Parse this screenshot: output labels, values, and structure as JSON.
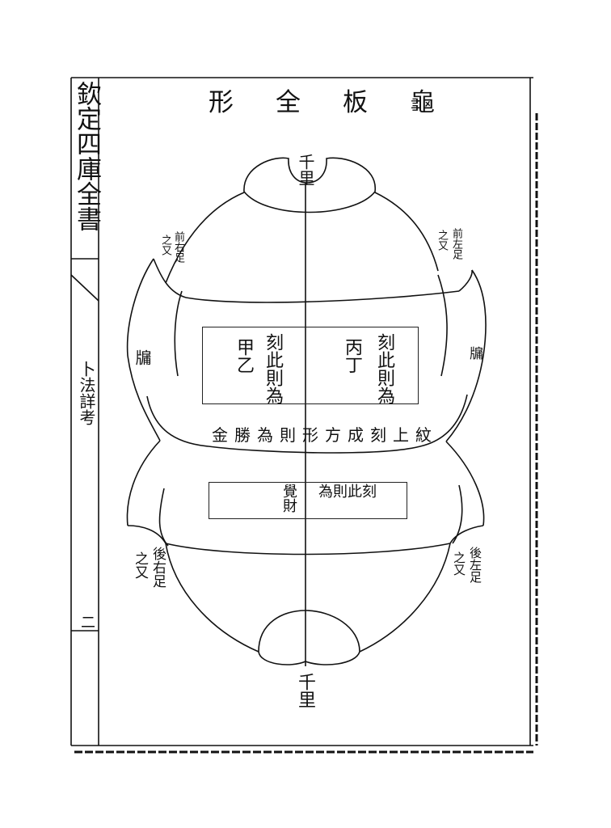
{
  "margin": {
    "book_title": "欽定四庫全書",
    "section": "卜法詳考",
    "page_number": "二"
  },
  "diagram": {
    "title": "龜板全形",
    "top_label": "千里",
    "bottom_label": "千里",
    "front_right_foot": "前右足",
    "front_right_foot_note": "之又",
    "front_left_foot": "前左足",
    "front_left_foot_note": "之又",
    "left_bridge": "牖",
    "right_bridge": "牖",
    "rear_right_foot": "後右足",
    "rear_right_foot_note": "之又",
    "rear_left_foot": "後左足",
    "rear_left_foot_note": "之又",
    "box_upper_left_stems": "甲乙",
    "box_upper_left_text": "刻此則為",
    "box_upper_right_stems": "丙丁",
    "box_upper_right_text": "刻此則為",
    "middle_caption": "紋上刻成方形則為勝金",
    "box_lower_text": "刻此則為",
    "box_lower_stems": "覺財"
  }
}
